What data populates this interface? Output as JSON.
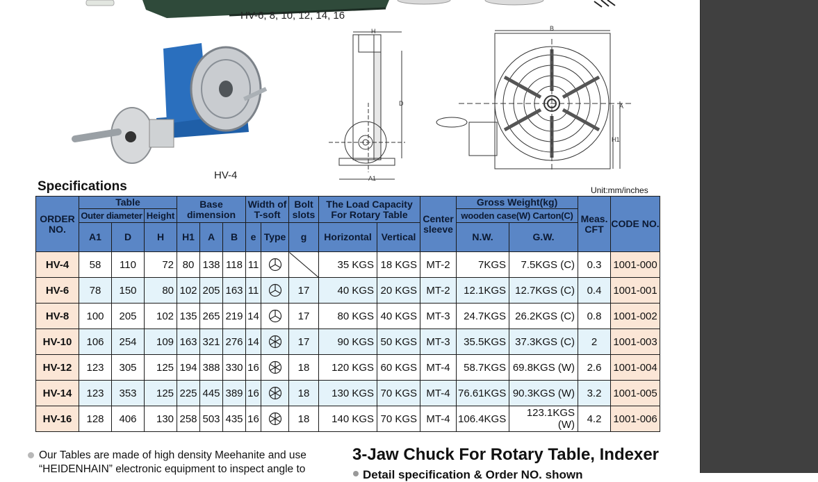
{
  "captions": {
    "top_models": "HV-6, 8, 10, 12, 14, 16",
    "photo_model": "HV-4"
  },
  "diagram_labels": {
    "h": "H",
    "d": "D",
    "a1": "A1",
    "b": "B",
    "a": "A",
    "h1": "H1"
  },
  "specs": {
    "title": "Specifications",
    "unit": "Unit:mm/inches",
    "headers": {
      "order_no": "ORDER NO.",
      "table": "Table",
      "outer_diameter": "Outer diameter",
      "height": "Height",
      "base_dimension": "Base dimension",
      "width_tslot": "Width of T-soft",
      "bolt_slots": "Bolt slots",
      "load_capacity": "The Load Capacity For Rotary Table",
      "center_sleeve": "Center sleeve",
      "gross_weight": "Gross Weight(kg)",
      "weight_types": "wooden case(W) Carton(C)",
      "meas": "Meas. CFT",
      "code_no": "CODE NO.",
      "a1": "A1",
      "d": "D",
      "h": "H",
      "h1": "H1",
      "a": "A",
      "b": "B",
      "e": "e",
      "type": "Type",
      "g": "g",
      "horizontal": "Horizontal",
      "vertical": "Vertical",
      "nw": "N.W.",
      "gw": "G.W."
    },
    "rows": [
      {
        "model": "HV-4",
        "a1": "58",
        "d": "110",
        "h": "72",
        "h1": "80",
        "a": "138",
        "b": "118",
        "e": "11",
        "spokes": 3,
        "g": "",
        "horizontal": "35 KGS",
        "vertical": "18 KGS",
        "sleeve": "MT-2",
        "nw": "7KGS",
        "gw": "7.5KGS (C)",
        "cft": "0.3",
        "code": "1001-000"
      },
      {
        "model": "HV-6",
        "a1": "78",
        "d": "150",
        "h": "80",
        "h1": "102",
        "a": "205",
        "b": "163",
        "e": "11",
        "spokes": 3,
        "g": "17",
        "horizontal": "40 KGS",
        "vertical": "20 KGS",
        "sleeve": "MT-2",
        "nw": "12.1KGS",
        "gw": "12.7KGS (C)",
        "cft": "0.4",
        "code": "1001-001"
      },
      {
        "model": "HV-8",
        "a1": "100",
        "d": "205",
        "h": "102",
        "h1": "135",
        "a": "265",
        "b": "219",
        "e": "14",
        "spokes": 3,
        "g": "17",
        "horizontal": "80 KGS",
        "vertical": "40 KGS",
        "sleeve": "MT-3",
        "nw": "24.7KGS",
        "gw": "26.2KGS (C)",
        "cft": "0.8",
        "code": "1001-002"
      },
      {
        "model": "HV-10",
        "a1": "106",
        "d": "254",
        "h": "109",
        "h1": "163",
        "a": "321",
        "b": "276",
        "e": "14",
        "spokes": 6,
        "g": "17",
        "horizontal": "90 KGS",
        "vertical": "50 KGS",
        "sleeve": "MT-3",
        "nw": "35.5KGS",
        "gw": "37.3KGS (C)",
        "cft": "2",
        "code": "1001-003"
      },
      {
        "model": "HV-12",
        "a1": "123",
        "d": "305",
        "h": "125",
        "h1": "194",
        "a": "388",
        "b": "330",
        "e": "16",
        "spokes": 6,
        "g": "18",
        "horizontal": "120 KGS",
        "vertical": "60 KGS",
        "sleeve": "MT-4",
        "nw": "58.7KGS",
        "gw": "69.8KGS (W)",
        "cft": "2.6",
        "code": "1001-004"
      },
      {
        "model": "HV-14",
        "a1": "123",
        "d": "353",
        "h": "125",
        "h1": "225",
        "a": "445",
        "b": "389",
        "e": "16",
        "spokes": 6,
        "g": "18",
        "horizontal": "130 KGS",
        "vertical": "70 KGS",
        "sleeve": "MT-4",
        "nw": "76.61KGS",
        "gw": "90.3KGS (W)",
        "cft": "3.2",
        "code": "1001-005"
      },
      {
        "model": "HV-16",
        "a1": "128",
        "d": "406",
        "h": "130",
        "h1": "258",
        "a": "503",
        "b": "435",
        "e": "16",
        "spokes": 6,
        "g": "18",
        "horizontal": "140 KGS",
        "vertical": "70 KGS",
        "sleeve": "MT-4",
        "nw": "106.4KGS",
        "gw": "123.1KGS (W)",
        "cft": "4.2",
        "code": "1001-006"
      }
    ]
  },
  "bullet": {
    "text": "Our Tables are made of high density Meehanite and use “HEIDENHAIN” electronic equipment to inspect angle to"
  },
  "chuck": {
    "title": "3-Jaw Chuck For Rotary Table, Indexer",
    "subtitle": "Detail specification & Order NO. shown"
  }
}
